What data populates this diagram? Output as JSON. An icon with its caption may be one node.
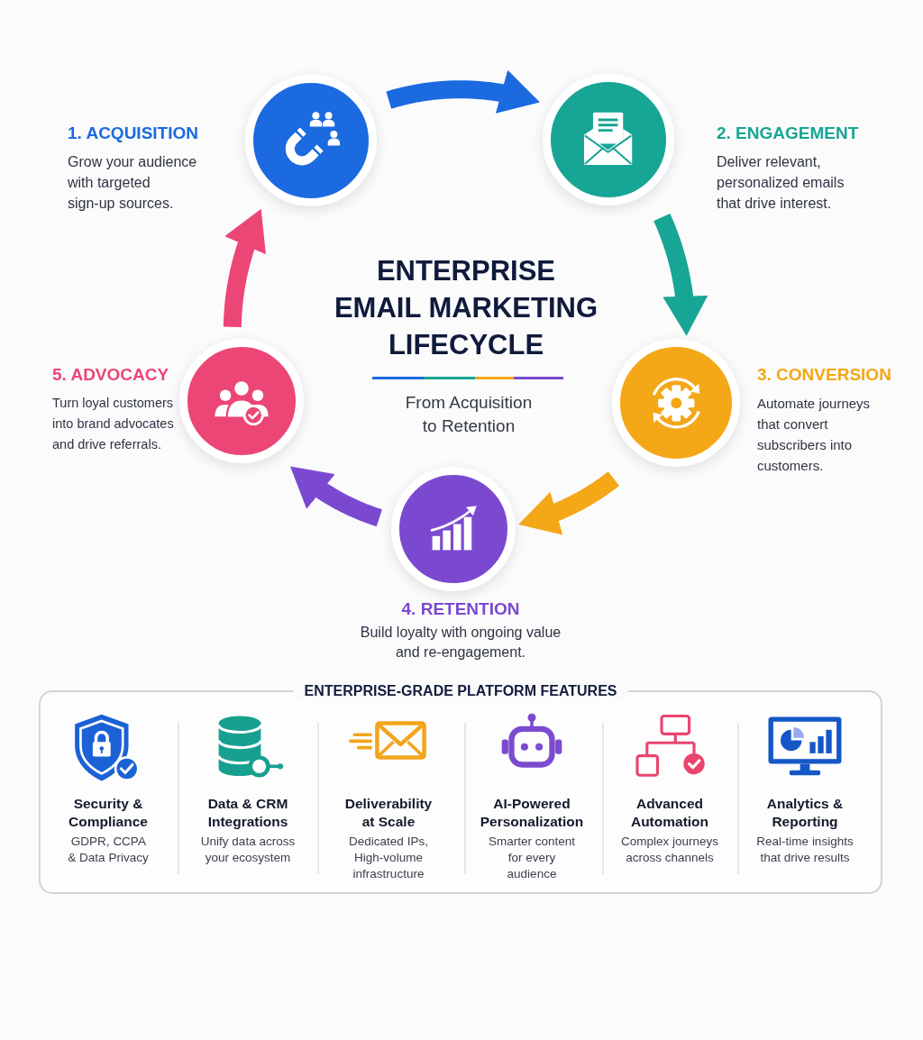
{
  "diagram": {
    "title": "ENTERPRISE EMAIL MARKETING LIFECYCLE",
    "nodes": [
      {
        "text": [],
        "shape": "circle",
        "beside": [
          "1. ACQUISITION",
          "Grow your audience with targeted sign-up sources."
        ]
      },
      {
        "text": [],
        "shape": "circle",
        "beside": [
          "2. ENGAGEMENT",
          "Deliver relevant, personalized emails that drive interest."
        ]
      },
      {
        "text": [],
        "shape": "circle",
        "beside": [
          "3. CONVERSION",
          "Automate journeys that convert subscribers into customers."
        ]
      },
      {
        "text": [],
        "shape": "circle",
        "beside": [
          "4. RETENTION",
          "Build loyalty with ongoing value and re-engagement."
        ]
      },
      {
        "text": [],
        "shape": "circle",
        "beside": [
          "5. ADVOCACY",
          "Turn loyal customers into brand advocates and drive referrals."
        ]
      },
      {
        "text": [
          "ENTERPRISE-GRADE PLATFORM FEATURES"
        ]
      }
    ],
    "edges": [
      {
        "from": 0,
        "to": 1,
        "arrow": "to",
        "color": "#1b6ae0"
      },
      {
        "from": 1,
        "to": 2,
        "arrow": "to",
        "color": "#17a595"
      },
      {
        "from": 2,
        "to": 3,
        "arrow": "to",
        "color": "#f4a717"
      },
      {
        "from": 3,
        "to": 4,
        "arrow": "to",
        "color": "#7a49d0"
      },
      {
        "from": 4,
        "to": 0,
        "arrow": "to",
        "color": "#ec4676"
      }
    ],
    "labels": [
      "From Acquisition to Retention",
      "Security & Compliance",
      "GDPR, CCPA & Data Privacy",
      "Data & CRM Integrations",
      "Unify data across your ecosystem",
      "Deliverability at Scale",
      "Dedicated IPs, High-volume infrastructure",
      "AI-Powered Personalization",
      "Smarter content for every audience",
      "Advanced Automation",
      "Complex journeys across channels",
      "Analytics & Reporting",
      "Real-time insights that drive results"
    ]
  }
}
